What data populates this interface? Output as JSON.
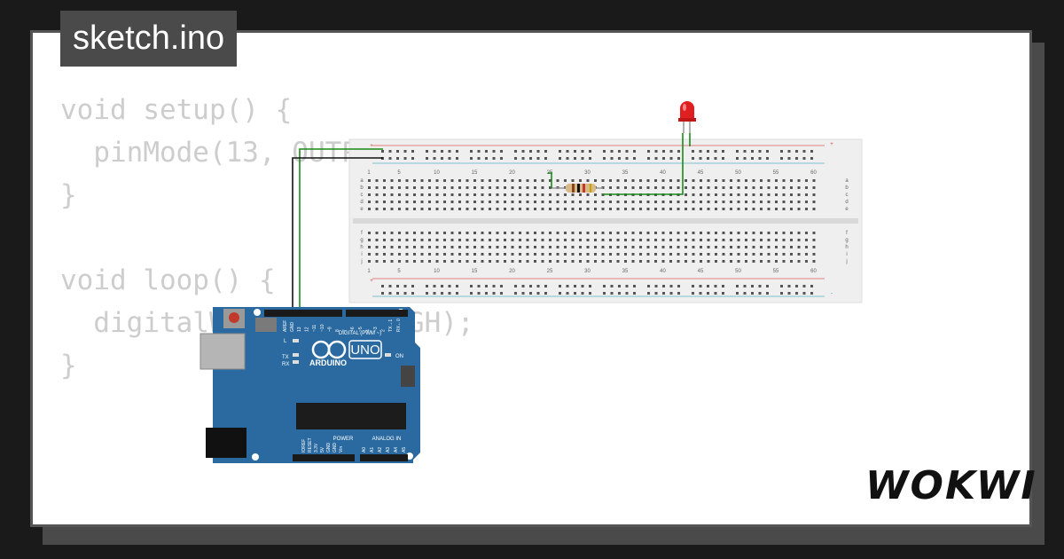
{
  "tab": {
    "filename": "sketch.ino"
  },
  "code": {
    "lines": [
      "void setup() {",
      "  pinMode(13, OUTPUT);",
      "}",
      "",
      "void loop() {",
      "  digitalWrite(13, HIGH);",
      "}"
    ]
  },
  "arduino": {
    "brand": "ARDUINO",
    "model": "UNO",
    "digital_label": "DIGITAL (PWM ~)",
    "power_label": "POWER",
    "analog_label": "ANALOG IN",
    "tx_label": "TX",
    "rx_label": "RX",
    "l_label": "L",
    "on_label": "ON",
    "aref": "AREF",
    "gnd": "GND",
    "digital_pins": [
      "13",
      "12",
      "~11",
      "~10",
      "~9",
      "8",
      "7",
      "~6",
      "~5",
      "4",
      "~3",
      "2",
      "TX→1",
      "RX←0"
    ],
    "power_pins": [
      "IOREF",
      "RESET",
      "3.3V",
      "5V",
      "GND",
      "GND",
      "Vin"
    ],
    "analog_pins": [
      "A0",
      "A1",
      "A2",
      "A3",
      "A4",
      "A5"
    ]
  },
  "breadboard": {
    "column_numbers": [
      "1",
      "5",
      "10",
      "15",
      "20",
      "25",
      "30",
      "35",
      "40",
      "45",
      "50",
      "55",
      "60"
    ],
    "rows_top": [
      "a",
      "b",
      "c",
      "d",
      "e"
    ],
    "rows_bottom": [
      "f",
      "g",
      "h",
      "i",
      "j"
    ],
    "plus": "+",
    "minus": "-"
  },
  "colors": {
    "wire_green": "#1a8a1a",
    "wire_black": "#111111",
    "board_blue": "#2a6aa0",
    "led_red": "#e02020"
  },
  "brand_logo": "WOKWI"
}
